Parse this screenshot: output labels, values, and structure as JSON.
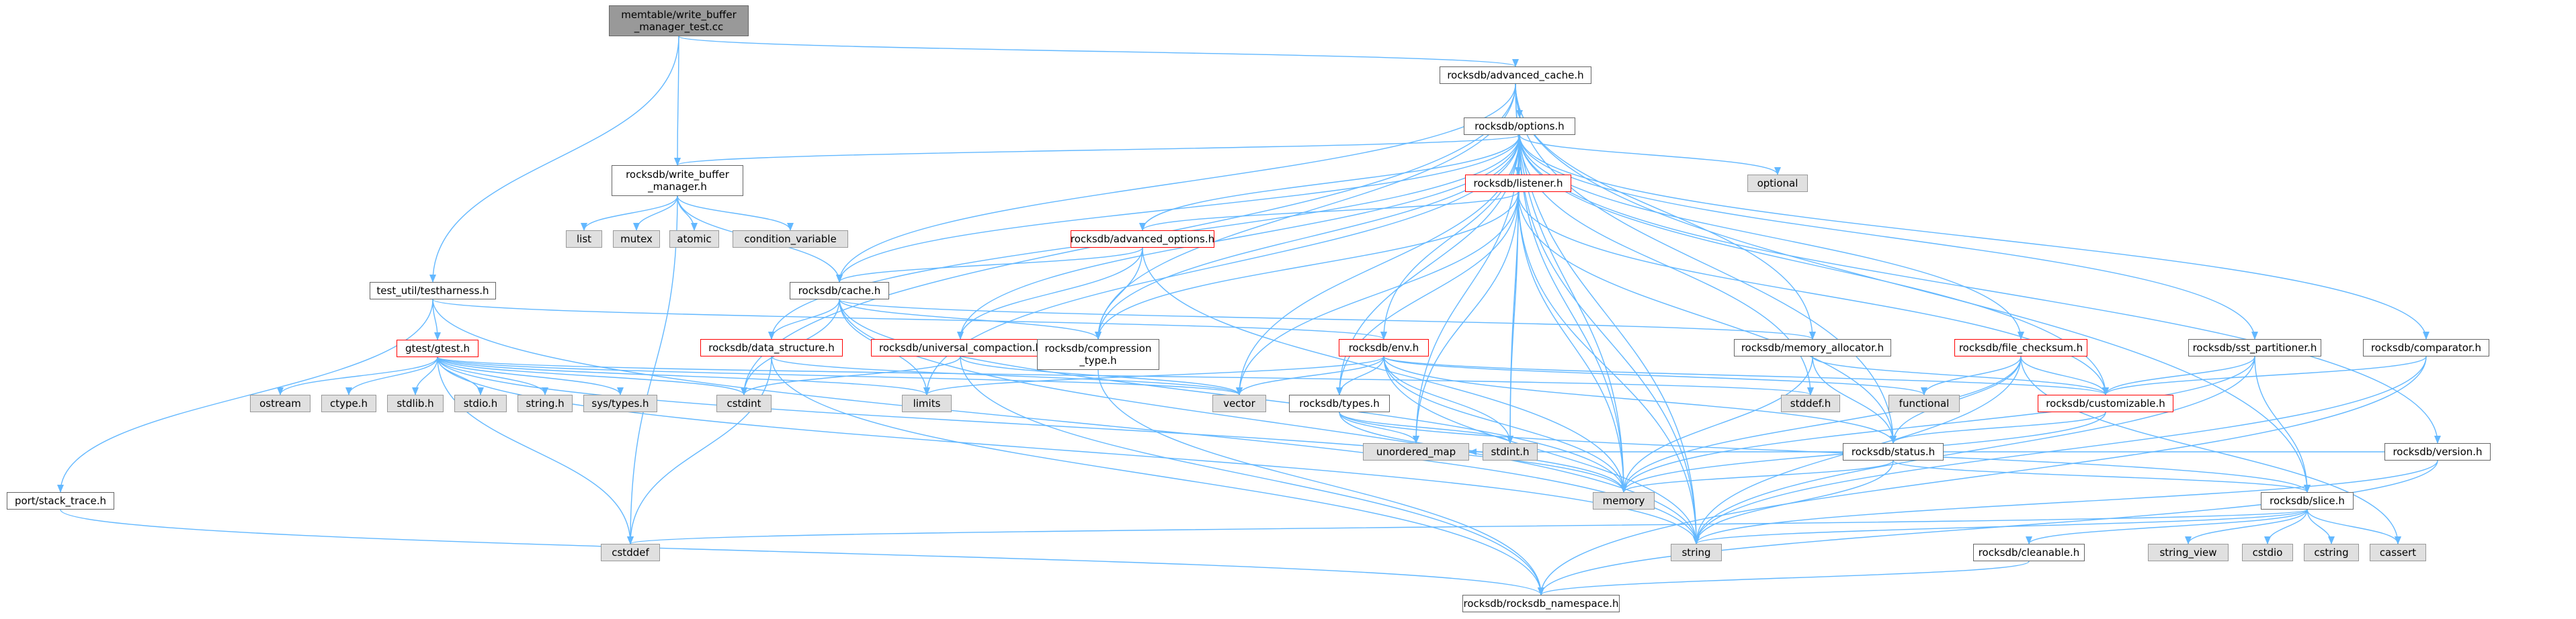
{
  "graph": {
    "colors": {
      "edge": "#63b8ff",
      "box_border": "#666666",
      "red_border": "#ff0000",
      "ext_fill": "#e0e0e0",
      "root_fill": "#999999"
    },
    "nodes": {
      "root": "memtable/write_buffer\n_manager_test.cc",
      "advanced_cache": "rocksdb/advanced_cache.h",
      "options": "rocksdb/options.h",
      "write_buffer_manager": "rocksdb/write_buffer\n_manager.h",
      "testharness": "test_util/testharness.h",
      "gtest": "gtest/gtest.h",
      "listener": "rocksdb/listener.h",
      "advanced_options": "rocksdb/advanced_options.h",
      "cache": "rocksdb/cache.h",
      "data_structure": "rocksdb/data_structure.h",
      "universal_compaction": "rocksdb/universal_compaction.h",
      "compression_type": "rocksdb/compression\n_type.h",
      "env": "rocksdb/env.h",
      "memory_allocator": "rocksdb/memory_allocator.h",
      "file_checksum": "rocksdb/file_checksum.h",
      "sst_partitioner": "rocksdb/sst_partitioner.h",
      "comparator": "rocksdb/comparator.h",
      "customizable": "rocksdb/customizable.h",
      "types": "rocksdb/types.h",
      "status": "rocksdb/status.h",
      "version": "rocksdb/version.h",
      "slice": "rocksdb/slice.h",
      "cleanable": "rocksdb/cleanable.h",
      "rocksdb_namespace": "rocksdb/rocksdb_namespace.h",
      "stack_trace": "port/stack_trace.h",
      "list": "list",
      "mutex": "mutex",
      "atomic": "atomic",
      "condition_variable": "condition_variable",
      "optional": "optional",
      "ostream": "ostream",
      "ctype": "ctype.h",
      "stdlib": "stdlib.h",
      "stdio": "stdio.h",
      "string_h": "string.h",
      "sys_types": "sys/types.h",
      "cstdint": "cstdint",
      "limits": "limits",
      "vector": "vector",
      "stddef": "stddef.h",
      "functional": "functional",
      "unordered_map": "unordered_map",
      "stdint": "stdint.h",
      "memory": "memory",
      "cstddef": "cstddef",
      "string": "string",
      "string_view": "string_view",
      "cstdio": "cstdio",
      "cstring": "cstring",
      "cassert": "cassert"
    }
  }
}
